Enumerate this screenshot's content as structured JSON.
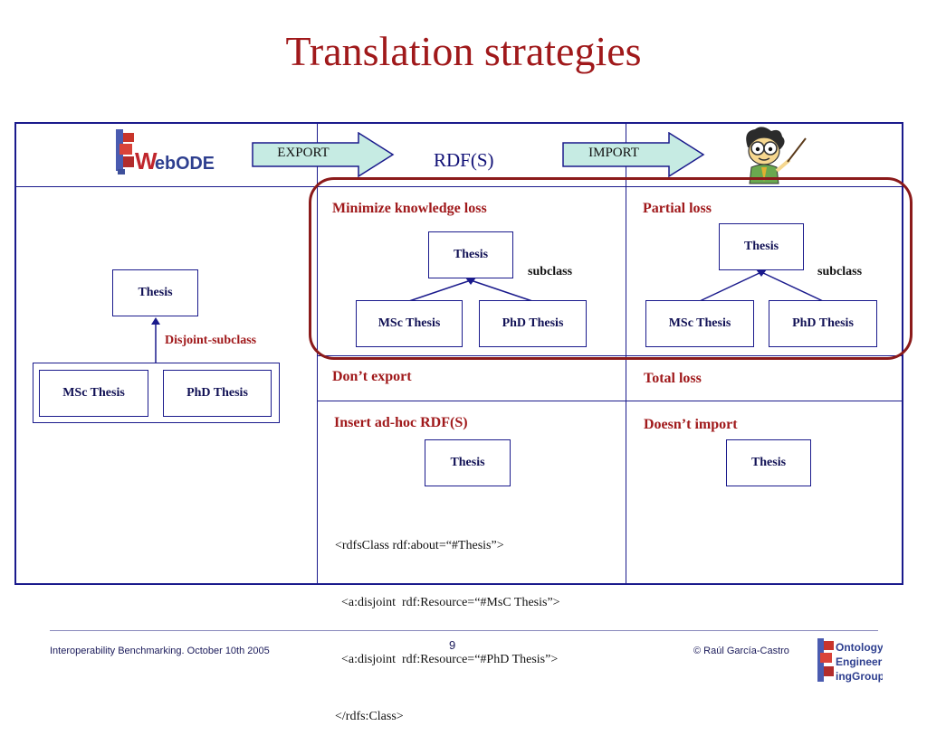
{
  "title": "Translation strategies",
  "header_row": {
    "webode_logo_text": "WebODE",
    "export_label": "EXPORT",
    "rdfs_label": "RDF(S)",
    "import_label": "IMPORT",
    "mascot_icon": "teacher-pointer-icon"
  },
  "left_column": {
    "parent": "Thesis",
    "relation": "Disjoint-subclass",
    "children": [
      "MSc Thesis",
      "PhD Thesis"
    ]
  },
  "minimize_cell": {
    "heading": "Minimize knowledge loss",
    "parent": "Thesis",
    "relation": "subclass",
    "children": [
      "MSc Thesis",
      "PhD Thesis"
    ]
  },
  "partial_cell": {
    "heading": "Partial loss",
    "parent": "Thesis",
    "relation": "subclass",
    "children": [
      "MSc Thesis",
      "PhD Thesis"
    ]
  },
  "dont_export_cell": {
    "heading": "Don’t export"
  },
  "total_loss_cell": {
    "heading": "Total loss"
  },
  "adhoc_cell": {
    "heading": "Insert ad-hoc RDF(S)",
    "box": "Thesis",
    "code": [
      "<rdfsClass rdf:about=“#Thesis”>",
      "  <a:disjoint  rdf:Resource=“#MsC Thesis”>",
      "  <a:disjoint  rdf:Resource=“#PhD Thesis”>",
      "</rdfs:Class>"
    ]
  },
  "doesnt_import_cell": {
    "heading": "Doesn’t import",
    "box": "Thesis"
  },
  "footer": {
    "left": "Interoperability Benchmarking. October 10th 2005",
    "page": "9",
    "right": "© Raúl García-Castro",
    "oeg_logo_lines": [
      "Ontology",
      "Engineer",
      "ingGroup"
    ]
  },
  "colors": {
    "title": "#a0191b",
    "border": "#1a1a8c",
    "arrow_fill": "#c6ebe3",
    "highlight": "#8b1a1a"
  }
}
